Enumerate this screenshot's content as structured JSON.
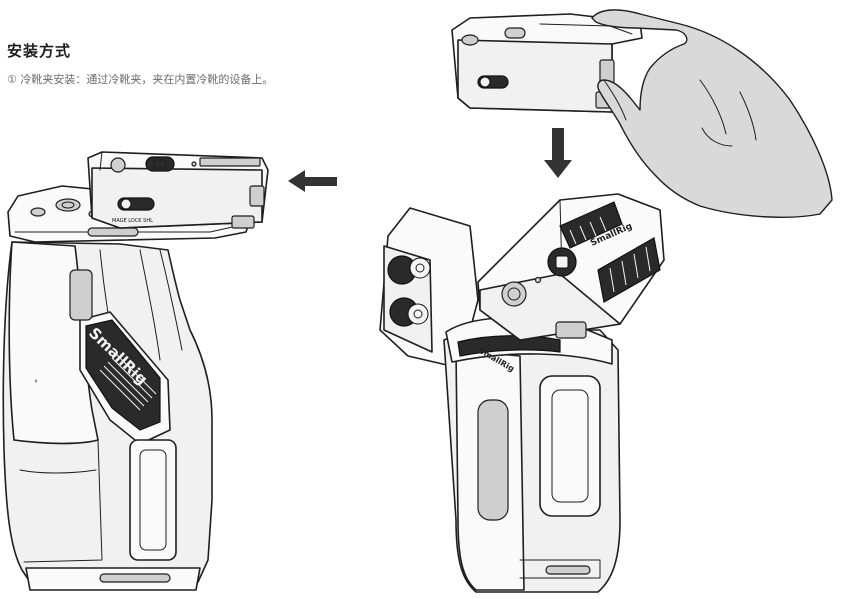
{
  "section": {
    "title": "安装方式",
    "step_1": "① 冷靴夹安装：通过冷靴夹，夹在内置冷靴的设备上。"
  },
  "product": {
    "brand_logo": "SmallRig",
    "switch_label": "MAGE LOCK SHL"
  },
  "colors": {
    "text_primary": "#1e1e1e",
    "text_secondary": "#6b6b6b",
    "arrow": "#333333",
    "hand_fill": "#d9d9d9"
  }
}
